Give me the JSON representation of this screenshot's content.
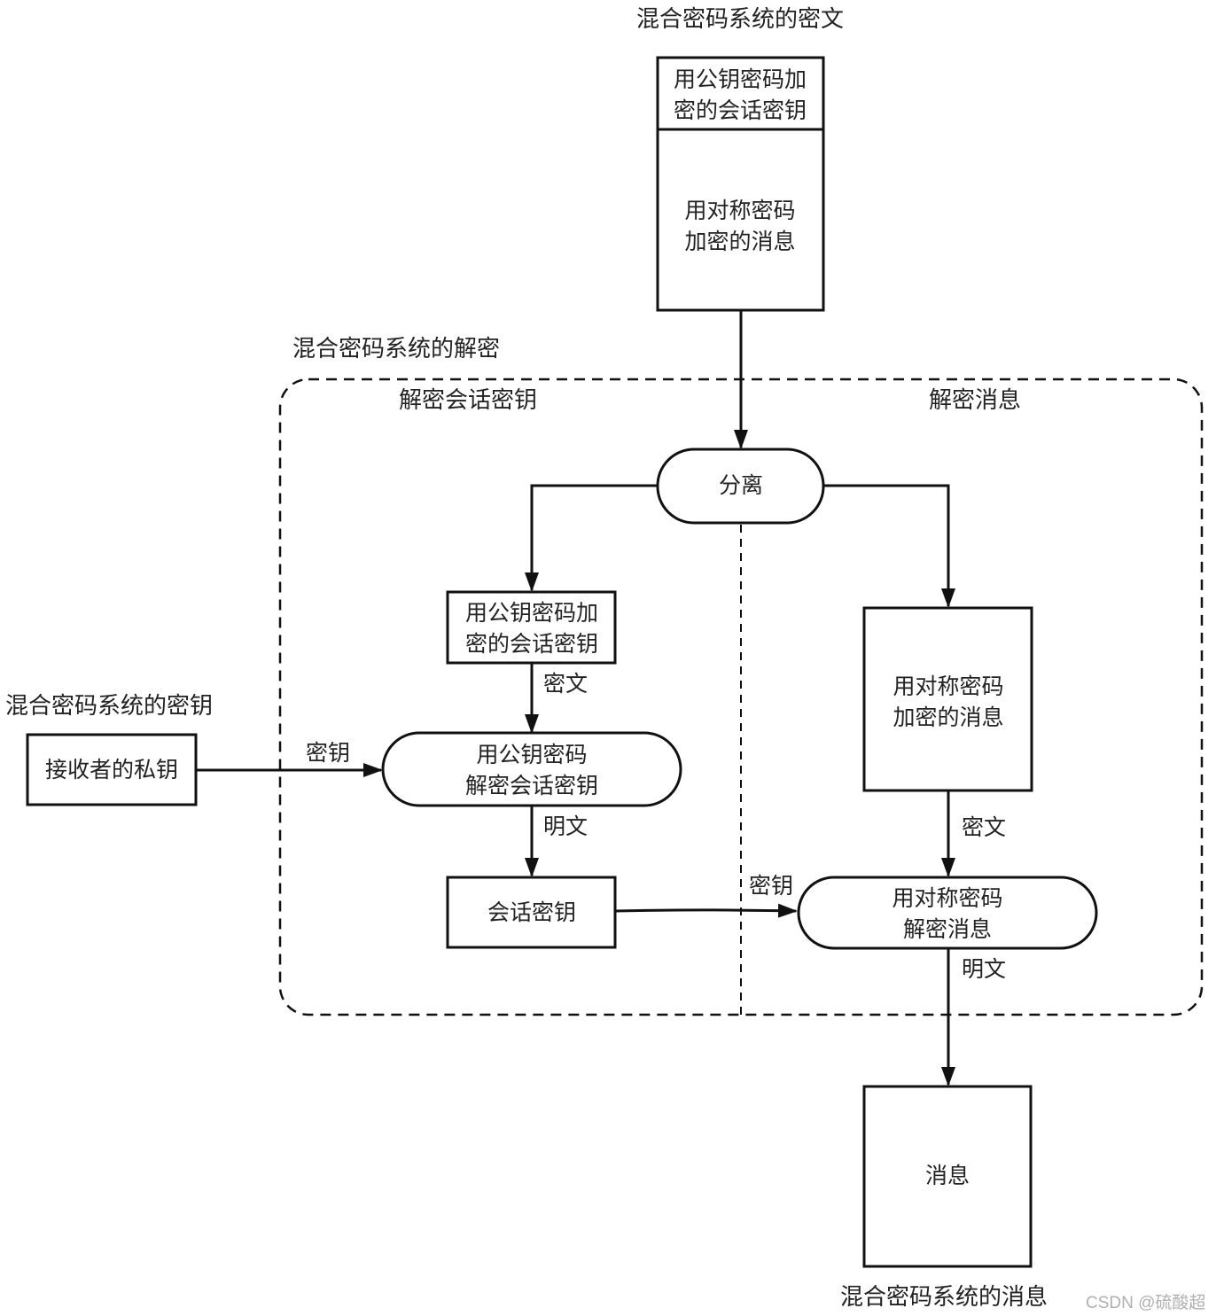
{
  "labels": {
    "ciphertext_title": "混合密码系统的密文",
    "decrypt_title": "混合密码系统的解密",
    "decrypt_session_key_section": "解密会话密钥",
    "decrypt_message_section": "解密消息",
    "key_title": "混合密码系统的密钥",
    "message_title": "混合密码系统的消息",
    "watermark": "CSDN @硫酸超"
  },
  "nodes": {
    "encrypted_session_key_top": [
      "用公钥密码加",
      "密的会话密钥"
    ],
    "encrypted_message_top": [
      "用对称密码",
      "加密的消息"
    ],
    "separate": [
      "分离"
    ],
    "encrypted_session_key": [
      "用公钥密码加",
      "密的会话密钥"
    ],
    "encrypted_message": [
      "用对称密码",
      "加密的消息"
    ],
    "private_key": [
      "接收者的私钥"
    ],
    "pk_decrypt": [
      "用公钥密码",
      "解密会话密钥"
    ],
    "session_key": [
      "会话密钥"
    ],
    "sym_decrypt": [
      "用对称密码",
      "解密消息"
    ],
    "message": [
      "消息"
    ]
  },
  "edge_labels": {
    "ciphertext_1": "密文",
    "key_1": "密钥",
    "plaintext_1": "明文",
    "ciphertext_2": "密文",
    "key_2": "密钥",
    "plaintext_2": "明文"
  },
  "colors": {
    "stroke": "#111111",
    "text": "#222222",
    "watermark": "#b0b0b0"
  }
}
